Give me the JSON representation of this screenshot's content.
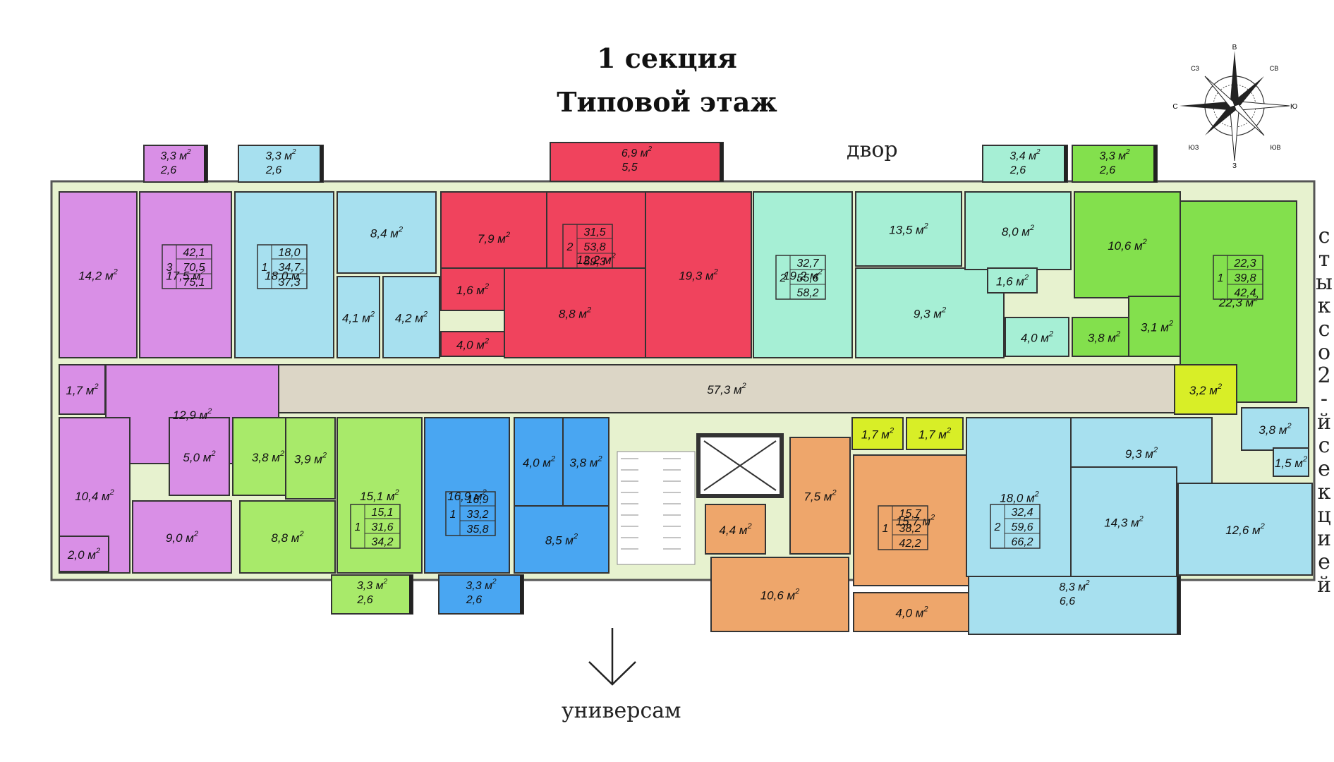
{
  "title": "1 секция",
  "subtitle": "Типовой этаж",
  "labels": {
    "yard": "двор",
    "store": "универсам",
    "joint": "стык со 2-й секцией"
  },
  "compass": {
    "n": "С",
    "s": "Ю",
    "e": "В",
    "w": "З",
    "ne": "СВ",
    "se": "ЮВ",
    "sw": "ЮЗ",
    "nw": "СЗ"
  },
  "colors": {
    "violet": "#d98fe6",
    "cyan": "#a7e0ef",
    "red": "#f0435d",
    "mint": "#a6efd5",
    "green": "#83e04d",
    "lightgreen": "#a8ea6a",
    "blue": "#49a6f2",
    "orange": "#eea66b",
    "yellow": "#d8ee27",
    "corridor": "#dcd6c6",
    "wall": "#5a5a5a"
  },
  "apartments": [
    {
      "rooms": "3",
      "living": "42,1",
      "total": "70,5",
      "total_with_balcony": "75,1"
    },
    {
      "rooms": "1",
      "living": "18,0",
      "total": "34,7",
      "total_with_balcony": "37,3"
    },
    {
      "rooms": "2",
      "living": "31,5",
      "total": "53,8",
      "total_with_balcony": "59,3"
    },
    {
      "rooms": "2",
      "living": "32,7",
      "total": "55,6",
      "total_with_balcony": "58,2"
    },
    {
      "rooms": "1",
      "living": "22,3",
      "total": "39,8",
      "total_with_balcony": "42,4"
    },
    {
      "rooms": "1",
      "living": "15,1",
      "total": "31,6",
      "total_with_balcony": "34,2"
    },
    {
      "rooms": "1",
      "living": "16,9",
      "total": "33,2",
      "total_with_balcony": "35,8"
    },
    {
      "rooms": "1",
      "living": "15,7",
      "total": "38,2",
      "total_with_balcony": "42,2"
    },
    {
      "rooms": "2",
      "living": "32,4",
      "total": "59,6",
      "total_with_balcony": "66,2"
    }
  ],
  "rooms": [
    {
      "area": "14,2",
      "color": "violet"
    },
    {
      "area": "17,5",
      "color": "violet"
    },
    {
      "area": "18,0",
      "color": "cyan"
    },
    {
      "area": "8,4",
      "color": "cyan"
    },
    {
      "area": "4,1",
      "color": "cyan"
    },
    {
      "area": "4,2",
      "color": "cyan"
    },
    {
      "area": "7,9",
      "color": "red"
    },
    {
      "area": "1,6",
      "color": "red"
    },
    {
      "area": "4,0",
      "color": "red"
    },
    {
      "area": "12,2",
      "color": "red"
    },
    {
      "area": "8,8",
      "color": "red"
    },
    {
      "area": "19,3",
      "color": "red"
    },
    {
      "area": "19,2",
      "color": "mint"
    },
    {
      "area": "13,5",
      "color": "mint"
    },
    {
      "area": "9,3",
      "color": "mint"
    },
    {
      "area": "8,0",
      "color": "mint"
    },
    {
      "area": "1,6",
      "color": "mint"
    },
    {
      "area": "4,0",
      "color": "mint"
    },
    {
      "area": "10,6",
      "color": "green"
    },
    {
      "area": "3,8",
      "color": "green"
    },
    {
      "area": "3,1",
      "color": "green"
    },
    {
      "area": "22,3",
      "color": "green"
    },
    {
      "area": "57,3",
      "color": "corridor"
    },
    {
      "area": "1,7",
      "color": "violet"
    },
    {
      "area": "12,9",
      "color": "violet"
    },
    {
      "area": "10,4",
      "color": "violet"
    },
    {
      "area": "5,0",
      "color": "violet"
    },
    {
      "area": "9,0",
      "color": "violet"
    },
    {
      "area": "2,0",
      "color": "violet"
    },
    {
      "area": "3,8",
      "color": "lightgreen"
    },
    {
      "area": "3,9",
      "color": "lightgreen"
    },
    {
      "area": "8,8",
      "color": "lightgreen"
    },
    {
      "area": "15,1",
      "color": "lightgreen"
    },
    {
      "area": "16,9",
      "color": "blue"
    },
    {
      "area": "4,0",
      "color": "blue"
    },
    {
      "area": "3,8",
      "color": "blue"
    },
    {
      "area": "8,5",
      "color": "blue"
    },
    {
      "area": "4,4",
      "color": "orange"
    },
    {
      "area": "7,5",
      "color": "orange"
    },
    {
      "area": "10,6",
      "color": "orange"
    },
    {
      "area": "15,7",
      "color": "orange"
    },
    {
      "area": "4,0",
      "color": "orange"
    },
    {
      "area": "1,7",
      "color": "yellow"
    },
    {
      "area": "1,7",
      "color": "yellow"
    },
    {
      "area": "18,0",
      "color": "cyan"
    },
    {
      "area": "9,3",
      "color": "cyan"
    },
    {
      "area": "14,3",
      "color": "cyan"
    },
    {
      "area": "12,6",
      "color": "cyan"
    },
    {
      "area": "3,8",
      "color": "cyan"
    },
    {
      "area": "1,5",
      "color": "cyan"
    },
    {
      "area": "3,2",
      "color": "yellow"
    }
  ],
  "balconies": [
    {
      "area": "3,3",
      "reduced": "2,6",
      "color": "violet"
    },
    {
      "area": "3,3",
      "reduced": "2,6",
      "color": "cyan"
    },
    {
      "area": "6,9",
      "reduced": "5,5",
      "color": "red"
    },
    {
      "area": "3,4",
      "reduced": "2,6",
      "color": "mint"
    },
    {
      "area": "3,3",
      "reduced": "2,6",
      "color": "green"
    },
    {
      "area": "3,3",
      "reduced": "2,6",
      "color": "lightgreen"
    },
    {
      "area": "3,3",
      "reduced": "2,6",
      "color": "blue"
    },
    {
      "area": "8,3",
      "reduced": "6,6",
      "color": "cyan"
    }
  ]
}
